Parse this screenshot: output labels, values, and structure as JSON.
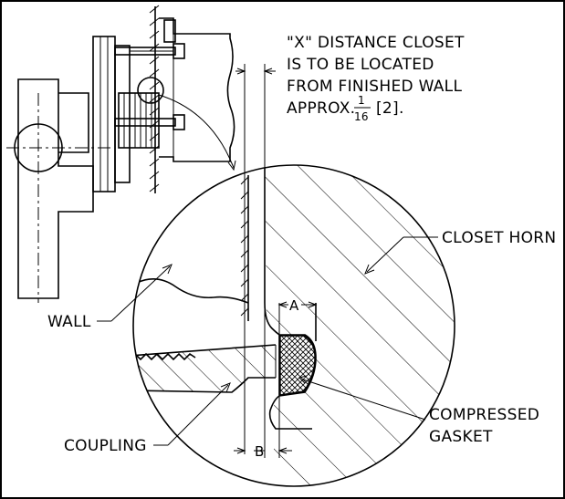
{
  "note": {
    "line1": "\"X\" DISTANCE CLOSET",
    "line2": "IS TO BE LOCATED",
    "line3": "FROM FINISHED WALL",
    "line4_prefix": "APPROX.",
    "frac_num": "1",
    "frac_den": "16",
    "line4_suffix": "[2]."
  },
  "labels": {
    "closet_horn": "CLOSET HORN",
    "wall": "WALL",
    "dim_a": "A",
    "dim_b": "B",
    "compressed": "COMPRESSED",
    "gasket": "GASKET",
    "coupling": "COUPLING"
  },
  "colors": {
    "line": "#000000",
    "background": "#ffffff"
  }
}
